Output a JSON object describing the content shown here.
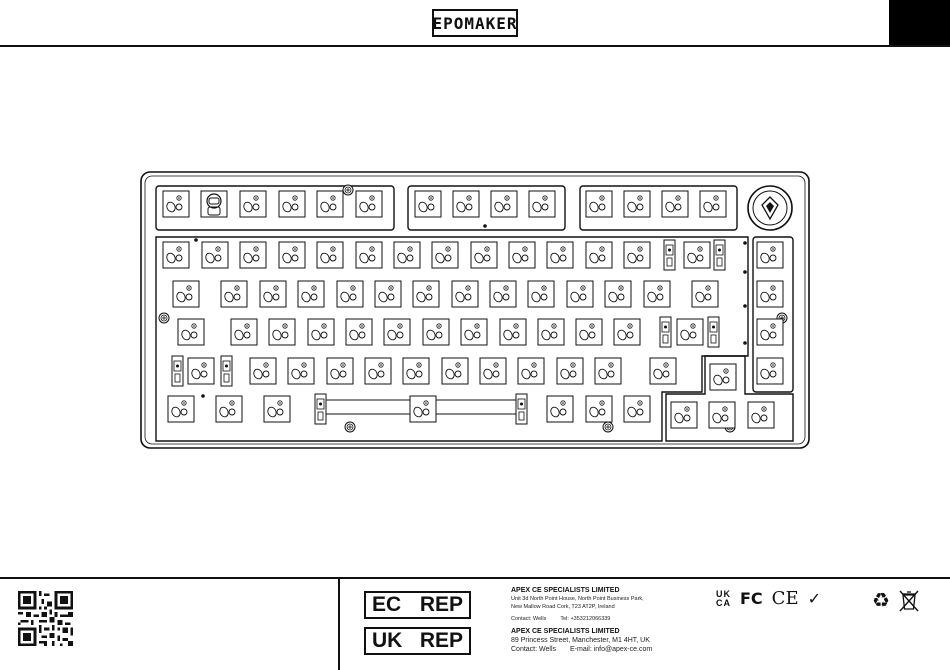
{
  "header": {
    "brand": "EPOMAKER"
  },
  "keyboard": {
    "layout": "75%",
    "knob_icon": "knob-logo-icon",
    "key_icon": "keycap-switch-icon"
  },
  "footer": {
    "qr_icon": "qr-code-icon",
    "ec_rep": {
      "left": "EC",
      "right": "REP"
    },
    "uk_rep": {
      "left": "UK",
      "right": "REP"
    },
    "apex_eu": {
      "title": "APEX CE SPECIALISTS LIMITED",
      "address_line_1": "Unit 3d North Point House, North Point Business Park,",
      "address_line_2": "New Mallow Road Cork, T23 AT2P, Ireland",
      "contact": "Contact: Wells",
      "tel": "Tel: +353212066339"
    },
    "apex_uk": {
      "title": "APEX CE SPECIALISTS LIMITED",
      "address": "89 Princess Street, Manchester, M1 4HT, UK",
      "contact": "Contact: Wells",
      "email": "E-mail: info@apex-ce.com"
    },
    "marks": {
      "ukca_top": "UK",
      "ukca_bottom": "CA",
      "fcc": "FC",
      "ce": "CE",
      "check": "✓",
      "recycle": "♻",
      "weee": "weee-bin-icon"
    }
  }
}
